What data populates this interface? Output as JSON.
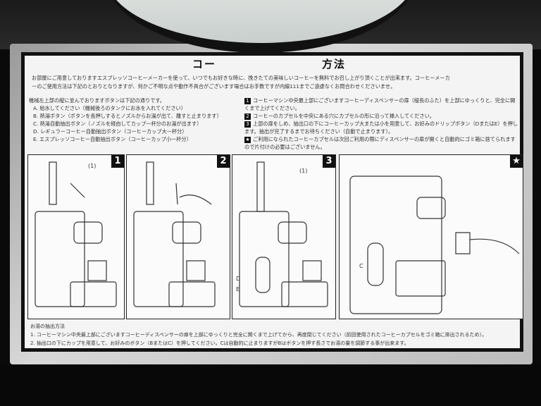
{
  "title_parts": [
    "コー",
    "方法"
  ],
  "intro": [
    "お部屋にご用意しておりますエスプレッソコーヒーメーカーを使って、いつでもお好きな時に、挽きたての美味しいコーヒーを無料でお召し上がり頂くことが出来ます。コーヒーメーカ",
    "ーのご使用方法は下記のとおりとなりますが、何かご不明な点や動作不具合がございます場合はお手数ですが内線111までご遠慮なくお問合わせくださいませ。"
  ],
  "buttons_heading": "機械左上部の縦に並んでおりますボタンは下記の通りです。",
  "buttons": [
    "A. 給水してください（機械後ろのタンクにお水を入れてください）",
    "B. 熱湯ボタン（ボタンを長押しするとノズルからお湯が出て、離すと止まります）",
    "C. 熱湯自動抽出ボタン（ノズルを経由してカップ一杯分のお湯が出ます）",
    "D. レギュラーコーヒー自動抽出ボタン（コーヒーカップ大一杯分）",
    "E. エスプレッソコーヒー自動抽出ボタン（コーヒーカップ小一杯分）"
  ],
  "steps": [
    {
      "marker": "1",
      "text": "コーヒーマシン中央最上部にございますコーヒーディスペンサーの扉（縦長のふた）を上部にゆっくりと、完全に開くまで上げてください。"
    },
    {
      "marker": "2",
      "text": "コーヒーのカプセルを中央にある穴にカプセルの形に沿って挿入してください。"
    },
    {
      "marker": "3",
      "text": "上部の扉をしめ、抽出口の下にコーヒーカップ大または小を用意して、お好みのドリップボタン（DまたはE）を押します。抽出が完了するまでお待ちください（自動で止まります）。"
    },
    {
      "marker": "★",
      "text": "ご利用になられたコーヒーカプセルは次回ご利用の際にディスペンサーの扉が開くと自動的にゴミ箱に捨てられますので片付けの必要はございません。"
    }
  ],
  "panels": [
    {
      "num": "1",
      "callout": "(1)"
    },
    {
      "num": "2",
      "callout": ""
    },
    {
      "num": "3",
      "callout": "(1)",
      "labels": [
        "D",
        "E"
      ]
    },
    {
      "num": "★",
      "labels": [
        "C"
      ]
    }
  ],
  "hot_water": {
    "heading": "お湯の抽出方法",
    "items": [
      "1. コーヒーマシン中央最上部にございますコーヒーディスペンサーの扉を上部にゆっくりと完全に開くまで上げてから、再度閉じてください（前回使用されたコーヒーカプセルをゴミ箱に排出されるため）。",
      "2. 抽出口の下にカップを用意して、お好みのボタン（BまたはC）を押してください。Cは自動的に止まりますがBはボタンを押す長さでお湯の量を調節する事が出来ます。"
    ]
  }
}
